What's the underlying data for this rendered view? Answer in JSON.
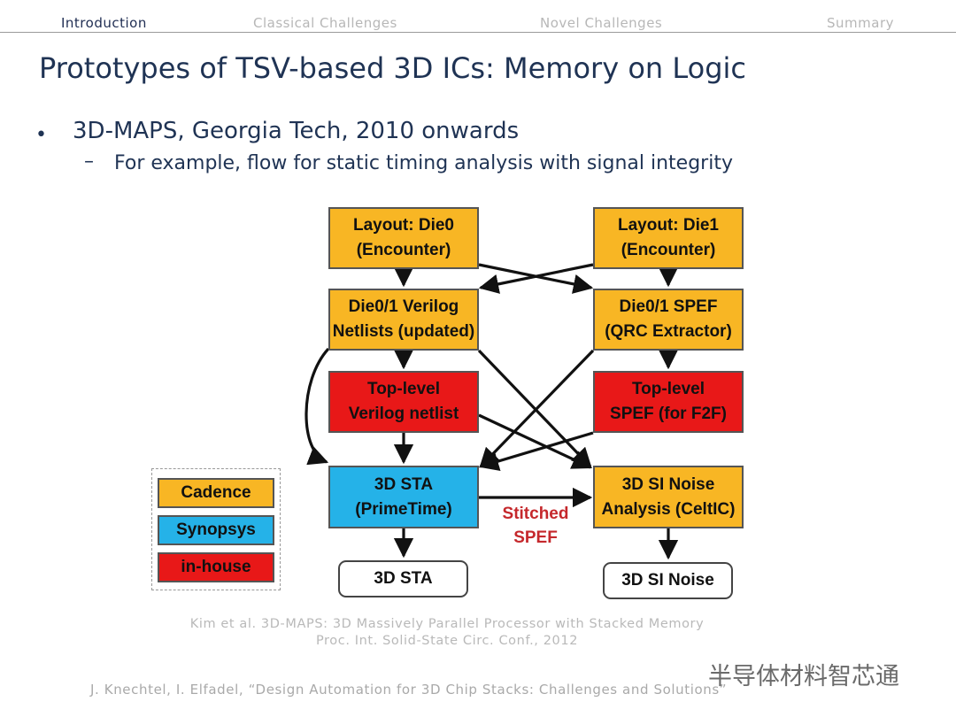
{
  "nav": {
    "items": [
      "Introduction",
      "Classical Challenges",
      "Novel Challenges",
      "Summary"
    ]
  },
  "slide": {
    "title": "Prototypes of TSV-based 3D ICs: Memory on Logic",
    "bullet_marker": "•",
    "bullet": "3D-MAPS, Georgia Tech, 2010 onwards",
    "sub_marker": "–",
    "sub_bullet": "For example, flow for static timing analysis with signal integrity"
  },
  "diagram": {
    "layout_die0": [
      "Layout: Die0",
      "(Encounter)"
    ],
    "layout_die1": [
      "Layout: Die1",
      "(Encounter)"
    ],
    "verilog_netlists": [
      "Die0/1 Verilog",
      "Netlists (updated)"
    ],
    "spef": [
      "Die0/1 SPEF",
      "(QRC Extractor)"
    ],
    "top_verilog": [
      "Top-level",
      "Verilog netlist"
    ],
    "top_spef": [
      "Top-level",
      "SPEF (for F2F)"
    ],
    "sta": [
      "3D STA",
      "(PrimeTime)"
    ],
    "si_noise": [
      "3D SI Noise",
      "Analysis (CeltIC)"
    ],
    "stitched": [
      "Stitched",
      "SPEF"
    ],
    "out_sta": "3D STA",
    "out_si": "3D SI Noise"
  },
  "legend": {
    "cadence": "Cadence",
    "synopsys": "Synopsys",
    "inhouse": "in-house"
  },
  "colors": {
    "cadence": "#f8b624",
    "synopsys": "#25b2e8",
    "inhouse": "#e81818",
    "stitched_text": "#c5282c",
    "title": "#1f3354"
  },
  "citation": {
    "line1": "Kim et al. 3D-MAPS: 3D Massively Parallel Processor with Stacked Memory",
    "line2": "Proc. Int. Solid-State Circ. Conf., 2012"
  },
  "footer": "J. Knechtel, I. Elfadel, “Design Automation for 3D Chip Stacks: Challenges and Solutions”",
  "watermark": "半导体材料智芯通"
}
